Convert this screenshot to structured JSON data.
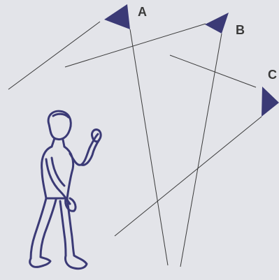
{
  "colors": {
    "background": "#e3e4e9",
    "ink": "#3b3a76",
    "line": "#3a3a3a"
  },
  "kites": [
    {
      "name": "kite-a",
      "label": "A"
    },
    {
      "name": "kite-b",
      "label": "B"
    },
    {
      "name": "kite-c",
      "label": "C"
    }
  ],
  "icons": {
    "person": "person-holding-kite-lines-icon",
    "kite": "triangular-kite-icon"
  }
}
